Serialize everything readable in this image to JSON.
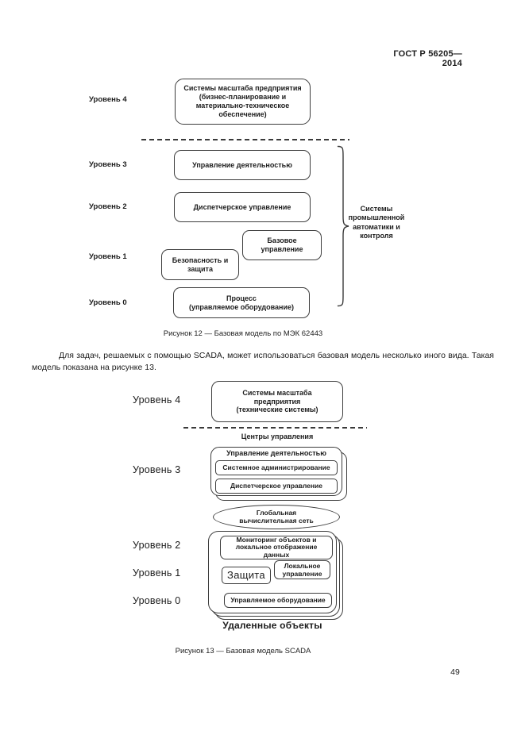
{
  "page": {
    "header": "ГОСТ Р 56205—2014",
    "number": "49",
    "paragraph": "Для задач, решаемых с помощью SCADA, может использоваться базовая модель несколько иного вида. Такая модель показана на рисунке 13."
  },
  "figure12": {
    "caption": "Рисунок 12 — Базовая модель по МЭК 62443",
    "levels": {
      "l4": "Уровень 4",
      "l3": "Уровень 3",
      "l2": "Уровень 2",
      "l1": "Уровень 1",
      "l0": "Уровень 0"
    },
    "boxes": {
      "enterprise": "Системы масштаба предприятия\n(бизнес-планирование и\nматериально-техническое\nобеспечение)",
      "activity": "Управление деятельностью",
      "dispatch": "Диспетчерское управление",
      "basic": "Базовое\nуправление",
      "safety": "Безопасность и\nзащита",
      "process": "Процесс\n(управляемое оборудование)"
    },
    "brace_label": "Системы\nпромышленной\nавтоматики и\nконтроля"
  },
  "figure13": {
    "caption": "Рисунок 13 — Базовая модель SCADA",
    "levels": {
      "l4": "Уровень 4",
      "l3": "Уровень 3",
      "l2": "Уровень 2",
      "l1": "Уровень 1",
      "l0": "Уровень 0"
    },
    "centers_label": "Центры управления",
    "boxes": {
      "enterprise": "Системы масштаба\nпредприятия\n(технические системы)",
      "activity_title": "Управление деятельностью",
      "sysadmin": "Системное администрирование",
      "dispatch": "Диспетчерское управление",
      "network": "Глобальная\nвычислительная сеть",
      "monitoring": "Мониторинг объектов и\nлокальное отображение\nданных",
      "protection": "Защита",
      "local": "Локальное\nуправление",
      "equipment": "Управляемое оборудование"
    },
    "remote_label": "Удаленные объекты"
  }
}
